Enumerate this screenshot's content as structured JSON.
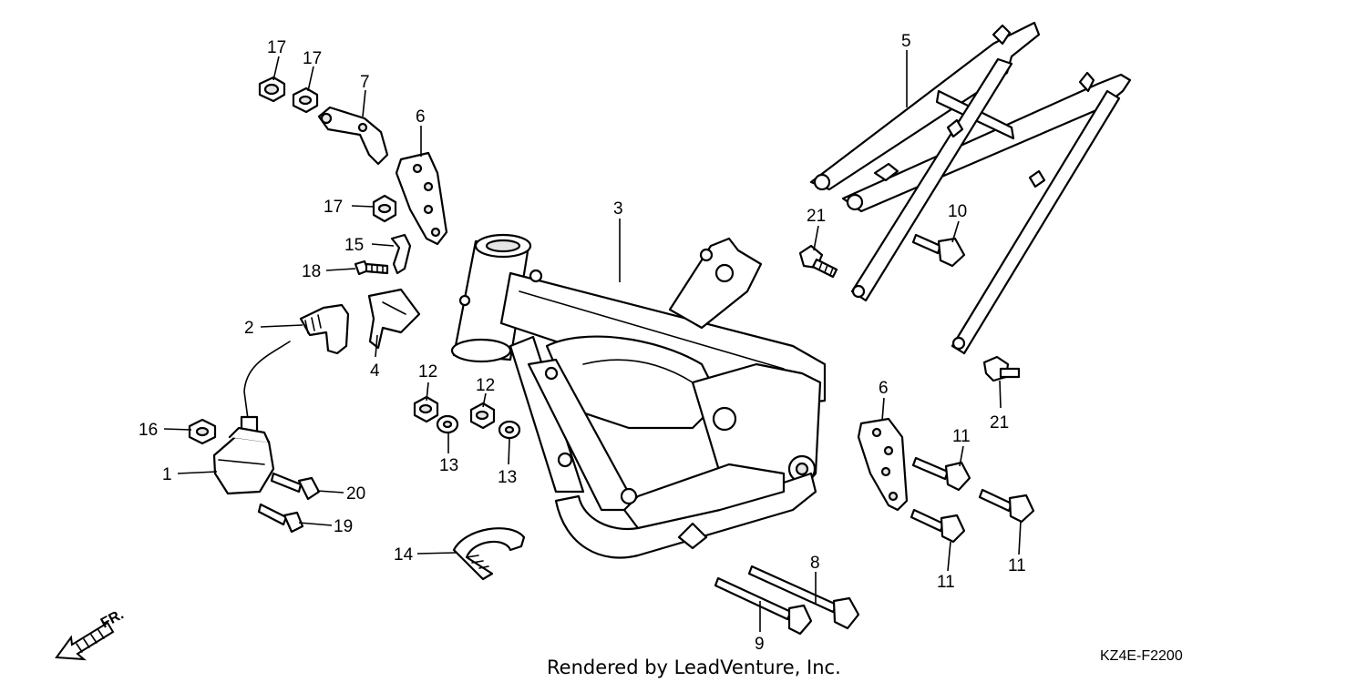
{
  "callouts": [
    {
      "id": "c17a",
      "text": "17"
    },
    {
      "id": "c17b",
      "text": "17"
    },
    {
      "id": "c7",
      "text": "7"
    },
    {
      "id": "c6a",
      "text": "6"
    },
    {
      "id": "c17c",
      "text": "17"
    },
    {
      "id": "c15",
      "text": "15"
    },
    {
      "id": "c18",
      "text": "18"
    },
    {
      "id": "c2",
      "text": "2"
    },
    {
      "id": "c4",
      "text": "4"
    },
    {
      "id": "c16",
      "text": "16"
    },
    {
      "id": "c1",
      "text": "1"
    },
    {
      "id": "c20",
      "text": "20"
    },
    {
      "id": "c19",
      "text": "19"
    },
    {
      "id": "c12a",
      "text": "12"
    },
    {
      "id": "c12b",
      "text": "12"
    },
    {
      "id": "c13a",
      "text": "13"
    },
    {
      "id": "c13b",
      "text": "13"
    },
    {
      "id": "c3",
      "text": "3"
    },
    {
      "id": "c14",
      "text": "14"
    },
    {
      "id": "c5",
      "text": "5"
    },
    {
      "id": "c21a",
      "text": "21"
    },
    {
      "id": "c10",
      "text": "10"
    },
    {
      "id": "c21b",
      "text": "21"
    },
    {
      "id": "c6b",
      "text": "6"
    },
    {
      "id": "c11a",
      "text": "11"
    },
    {
      "id": "c11b",
      "text": "11"
    },
    {
      "id": "c11c",
      "text": "11"
    },
    {
      "id": "c8",
      "text": "8"
    },
    {
      "id": "c9",
      "text": "9"
    }
  ],
  "footer": {
    "rendered_by": "Rendered by LeadVenture, Inc.",
    "diagram_code": "KZ4E-F2200",
    "front_label": "FR."
  },
  "icons": {
    "front_arrow": "front-direction-arrow-icon"
  }
}
